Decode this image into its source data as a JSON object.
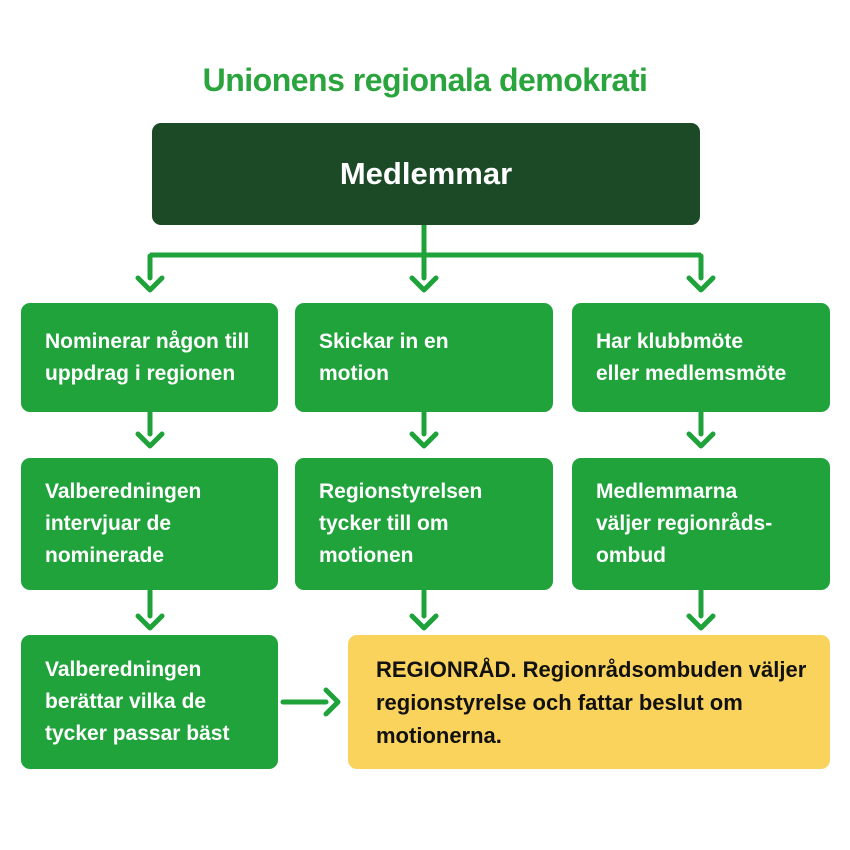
{
  "title": "Unionens regionala demokrati",
  "colors": {
    "background": "#ffffff",
    "title_green": "#2aa43c",
    "box_green": "#21a33c",
    "dark_green": "#1c4a27",
    "arrow_green": "#1fa23a",
    "yellow": "#fad35c",
    "text_on_green": "#ffffff",
    "text_on_yellow": "#111111"
  },
  "nodes": {
    "medlemmar": {
      "label": "Medlemmar"
    },
    "row1": [
      {
        "label": "Nominerar någon till\nuppdrag i regionen"
      },
      {
        "label": "Skickar in en\nmotion"
      },
      {
        "label": "Har klubbmöte\neller medlemsmöte"
      }
    ],
    "row2": [
      {
        "label": "Valberedningen\nintervjuar de\nnominerade"
      },
      {
        "label": "Regionstyrelsen\ntycker till om\nmotionen"
      },
      {
        "label": "Medlemmarna\nväljer regionråds-\nombud"
      }
    ],
    "row3": [
      {
        "label": "Valberedningen\nberättar vilka de\ntycker passar bäst"
      }
    ],
    "regionrad": {
      "label": "REGIONRÅD. Regionrådsombuden väljer\nregionstyrelse och fattar beslut om\nmotionerna."
    }
  }
}
